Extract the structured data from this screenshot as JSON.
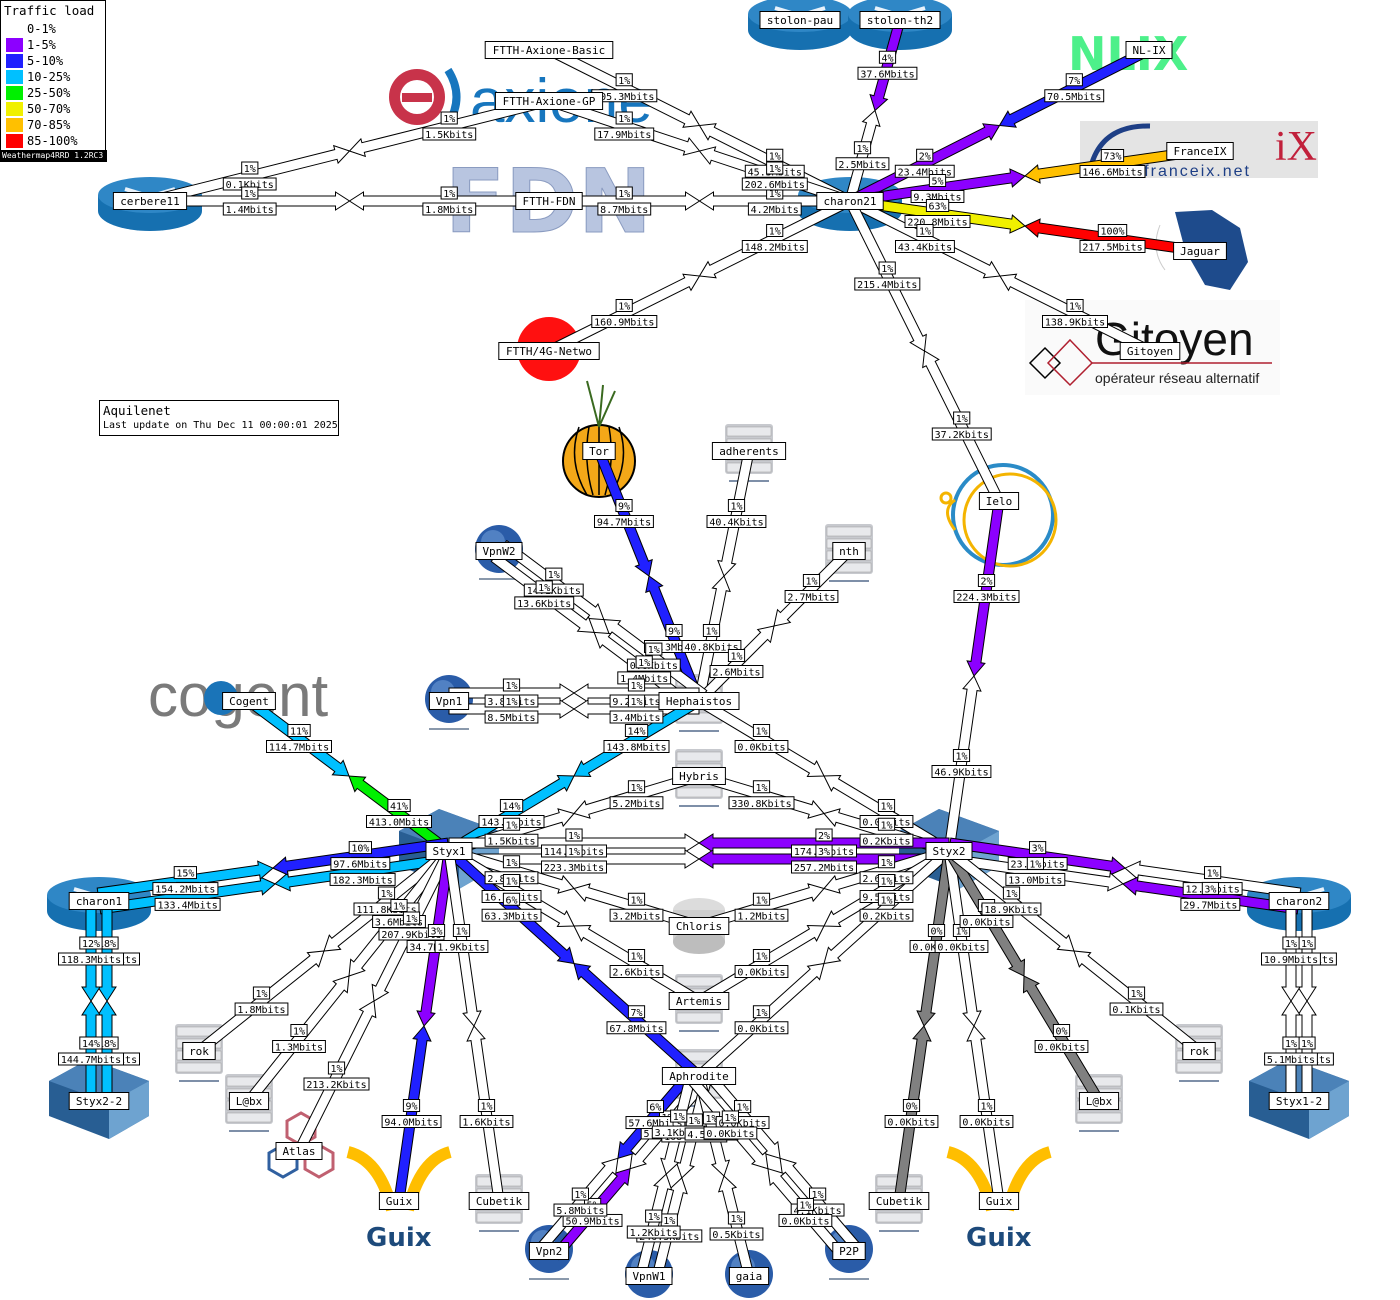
{
  "title": "Aquilenet",
  "last_update": "Last update on Thu Dec 11 00:00:01 2025",
  "legend": {
    "title": "Traffic load",
    "footer": "Weathermap4RRD 1.2RC3",
    "items": [
      {
        "label": "0-1%",
        "color": "#ffffff"
      },
      {
        "label": "1-5%",
        "color": "#8c00ff"
      },
      {
        "label": "5-10%",
        "color": "#2020ff"
      },
      {
        "label": "10-25%",
        "color": "#00c0ff"
      },
      {
        "label": "25-50%",
        "color": "#00f000"
      },
      {
        "label": "50-70%",
        "color": "#f0f000"
      },
      {
        "label": "70-85%",
        "color": "#ffc000"
      },
      {
        "label": "85-100%",
        "color": "#ff0000"
      }
    ]
  },
  "logos": [
    {
      "name": "axione-logo",
      "text": "axione"
    },
    {
      "name": "fdn-logo",
      "text": "FDN"
    },
    {
      "name": "nlix-logo",
      "text": "NLIX"
    },
    {
      "name": "franceix-logo",
      "text": "www.franceix.net"
    },
    {
      "name": "gitoyen-logo",
      "text": "Gitoyen",
      "subtitle": "opérateur réseau alternatif"
    },
    {
      "name": "cogent-logo",
      "text": "cogent"
    },
    {
      "name": "guix-logo-left",
      "text": "Guix"
    },
    {
      "name": "guix-logo-right",
      "text": "Guix"
    }
  ],
  "nodes": [
    {
      "id": "stolon-pau",
      "label": "stolon-pau",
      "icon": "router"
    },
    {
      "id": "stolon-th2",
      "label": "stolon-th2",
      "icon": "router"
    },
    {
      "id": "nl-ix",
      "label": "NL-IX",
      "icon": "logo"
    },
    {
      "id": "franceix",
      "label": "FranceIX",
      "icon": "logo"
    },
    {
      "id": "jaguar",
      "label": "Jaguar",
      "icon": "jaguar"
    },
    {
      "id": "gitoyen",
      "label": "Gitoyen",
      "icon": "logo"
    },
    {
      "id": "charon21",
      "label": "charon21",
      "icon": "router"
    },
    {
      "id": "cerbere11",
      "label": "cerbere11",
      "icon": "router"
    },
    {
      "id": "ftth-axione-basic",
      "label": "FTTH-Axione-Basic",
      "icon": "none"
    },
    {
      "id": "ftth-axione-gp",
      "label": "FTTH-Axione-GP",
      "icon": "none"
    },
    {
      "id": "ftth-fdn",
      "label": "FTTH-FDN",
      "icon": "none"
    },
    {
      "id": "ftth-4g",
      "label": "FTTH/4G-Netwo",
      "icon": "redcircle"
    },
    {
      "id": "tor",
      "label": "Tor",
      "icon": "onion"
    },
    {
      "id": "adherents",
      "label": "adherents",
      "icon": "server"
    },
    {
      "id": "nth",
      "label": "nth",
      "icon": "server"
    },
    {
      "id": "ielo",
      "label": "Ielo",
      "icon": "ielo"
    },
    {
      "id": "vpnw2",
      "label": "VpnW2",
      "icon": "globe"
    },
    {
      "id": "vpn1",
      "label": "Vpn1",
      "icon": "globe"
    },
    {
      "id": "hephaistos",
      "label": "Hephaistos",
      "icon": "server"
    },
    {
      "id": "cogent",
      "label": "Cogent",
      "icon": "logo"
    },
    {
      "id": "hybris",
      "label": "Hybris",
      "icon": "server"
    },
    {
      "id": "styx1",
      "label": "Styx1",
      "icon": "switch"
    },
    {
      "id": "styx2",
      "label": "Styx2",
      "icon": "switch"
    },
    {
      "id": "charon1",
      "label": "charon1",
      "icon": "router"
    },
    {
      "id": "charon2",
      "label": "charon2",
      "icon": "router"
    },
    {
      "id": "chloris",
      "label": "Chloris",
      "icon": "storage"
    },
    {
      "id": "artemis",
      "label": "Artemis",
      "icon": "server"
    },
    {
      "id": "aphrodite",
      "label": "Aphrodite",
      "icon": "server"
    },
    {
      "id": "styx2-2",
      "label": "Styx2-2",
      "icon": "switch"
    },
    {
      "id": "styx1-2",
      "label": "Styx1-2",
      "icon": "switch"
    },
    {
      "id": "rok-left",
      "label": "rok",
      "icon": "server"
    },
    {
      "id": "lbx-left",
      "label": "L@bx",
      "icon": "server"
    },
    {
      "id": "atlas",
      "label": "Atlas",
      "icon": "atlas"
    },
    {
      "id": "guix-left",
      "label": "Guix",
      "icon": "guix"
    },
    {
      "id": "cubetik-left",
      "label": "Cubetik",
      "icon": "server"
    },
    {
      "id": "vpn2",
      "label": "Vpn2",
      "icon": "globe"
    },
    {
      "id": "vpnw1",
      "label": "VpnW1",
      "icon": "globe"
    },
    {
      "id": "gaia",
      "label": "gaia",
      "icon": "globe"
    },
    {
      "id": "p2p",
      "label": "P2P",
      "icon": "globe"
    },
    {
      "id": "cubetik-right",
      "label": "Cubetik",
      "icon": "server"
    },
    {
      "id": "guix-right",
      "label": "Guix",
      "icon": "guix"
    },
    {
      "id": "lbx-right",
      "label": "L@bx",
      "icon": "server"
    },
    {
      "id": "rok-right",
      "label": "rok",
      "icon": "server"
    }
  ],
  "links": [
    {
      "a": "charon21",
      "b": "stolon-th2",
      "a_pct": "1%",
      "a_bw": "2.5Mbits",
      "b_pct": "4%",
      "b_bw": "37.6Mbits",
      "a_load": 1,
      "b_load": 4
    },
    {
      "a": "charon21",
      "b": "nl-ix",
      "a_pct": "2%",
      "a_bw": "23.4Mbits",
      "b_pct": "7%",
      "b_bw": "70.5Mbits",
      "a_load": 2,
      "b_load": 7
    },
    {
      "a": "charon21",
      "b": "franceix",
      "a_pct": "5%",
      "a_bw": "9.3Mbits",
      "b_pct": "73%",
      "b_bw": "146.6Mbits",
      "a_load": 5,
      "b_load": 73
    },
    {
      "a": "charon21",
      "b": "jaguar",
      "a_pct": "63%",
      "a_bw": "220.8Mbits",
      "b_pct": "100%",
      "b_bw": "217.5Mbits",
      "a_load": 63,
      "b_load": 100
    },
    {
      "a": "charon21",
      "b": "gitoyen",
      "a_pct": "1%",
      "a_bw": "43.4Kbits",
      "b_pct": "1%",
      "b_bw": "138.9Kbits",
      "a_load": 1,
      "b_load": 1
    },
    {
      "a": "charon21",
      "b": "ielo",
      "a_pct": "1%",
      "a_bw": "215.4Mbits",
      "b_pct": "1%",
      "b_bw": "37.2Kbits",
      "a_load": 1,
      "b_load": 1
    },
    {
      "a": "charon21",
      "b": "ftth-4g",
      "a_pct": "1%",
      "a_bw": "148.2Mbits",
      "b_pct": "1%",
      "b_bw": "160.9Mbits",
      "a_load": 1,
      "b_load": 1
    },
    {
      "a": "charon21",
      "b": "ftth-fdn",
      "a_pct": "1%",
      "a_bw": "4.2Mbits",
      "b_pct": "1%",
      "b_bw": "8.7Mbits",
      "a_load": 1,
      "b_load": 1
    },
    {
      "a": "charon21",
      "b": "ftth-axione-basic",
      "a_pct": "1%",
      "a_bw": "45.5Mbits",
      "b_pct": "1%",
      "b_bw": "105.3Mbits",
      "a_load": 1,
      "b_load": 1
    },
    {
      "a": "charon21",
      "b": "ftth-axione-gp",
      "a_pct": "1%",
      "a_bw": "202.6Mbits",
      "b_pct": "1%",
      "b_bw": "17.9Mbits",
      "a_load": 1,
      "b_load": 1
    },
    {
      "a": "cerbere11",
      "b": "ftth-axione-gp",
      "a_pct": "1%",
      "a_bw": "0.1Kbits",
      "b_pct": "1%",
      "b_bw": "1.5Kbits",
      "a_load": 1,
      "b_load": 1
    },
    {
      "a": "cerbere11",
      "b": "ftth-fdn",
      "a_pct": "1%",
      "a_bw": "1.4Mbits",
      "b_pct": "1%",
      "b_bw": "1.8Mbits",
      "a_load": 1,
      "b_load": 1
    },
    {
      "a": "ielo",
      "b": "styx2",
      "a_pct": "2%",
      "a_bw": "224.3Mbits",
      "b_pct": "1%",
      "b_bw": "46.9Kbits",
      "a_load": 2,
      "b_load": 1
    },
    {
      "a": "tor",
      "b": "hephaistos",
      "a_pct": "9%",
      "a_bw": "94.7Mbits",
      "b_pct": "9%",
      "b_bw": "94.3Mbits",
      "a_load": 9,
      "b_load": 9
    },
    {
      "a": "adherents",
      "b": "hephaistos",
      "a_pct": "1%",
      "a_bw": "40.4Kbits",
      "b_pct": "1%",
      "b_bw": "40.8Kbits",
      "a_load": 1,
      "b_load": 1
    },
    {
      "a": "nth",
      "b": "hephaistos",
      "a_pct": "1%",
      "a_bw": "2.7Mbits",
      "b_pct": "1%",
      "b_bw": "2.6Mbits",
      "a_load": 1,
      "b_load": 1
    },
    {
      "a": "vpnw2",
      "b": "hephaistos",
      "a_pct": "1%",
      "a_bw": "14.1Kbits",
      "b_pct": "1%",
      "b_bw": "0.6Kbits",
      "a_load": 1,
      "b_load": 1
    },
    {
      "a": "vpnw2",
      "b": "hephaistos",
      "a_pct": "1%",
      "a_bw": "13.6Kbits",
      "b_pct": "1%",
      "b_bw": "1.4Mbits",
      "a_load": 1,
      "b_load": 1
    },
    {
      "a": "vpn1",
      "b": "hephaistos",
      "a_pct": "1%",
      "a_bw": "3.8Mbits",
      "b_pct": "1%",
      "b_bw": "9.2Mbits",
      "a_load": 1,
      "b_load": 1
    },
    {
      "a": "vpn1",
      "b": "hephaistos",
      "a_pct": "1%",
      "a_bw": "8.5Mbits",
      "b_pct": "1%",
      "b_bw": "3.4Mbits",
      "a_load": 1,
      "b_load": 1
    },
    {
      "a": "hephaistos",
      "b": "styx1",
      "a_pct": "14%",
      "a_bw": "143.8Mbits",
      "b_pct": "14%",
      "b_bw": "143.4Mbits",
      "a_load": 14,
      "b_load": 14
    },
    {
      "a": "hephaistos",
      "b": "styx2",
      "a_pct": "1%",
      "a_bw": "0.0Kbits",
      "b_pct": "1%",
      "b_bw": "0.0Kbits",
      "a_load": 1,
      "b_load": 1
    },
    {
      "a": "cogent",
      "b": "styx1",
      "a_pct": "11%",
      "a_bw": "114.7Mbits",
      "b_pct": "41%",
      "b_bw": "413.0Mbits",
      "a_load": 11,
      "b_load": 41
    },
    {
      "a": "hybris",
      "b": "styx1",
      "a_pct": "1%",
      "a_bw": "5.2Mbits",
      "b_pct": "1%",
      "b_bw": "1.5Kbits",
      "a_load": 1,
      "b_load": 1
    },
    {
      "a": "hybris",
      "b": "styx2",
      "a_pct": "1%",
      "a_bw": "330.8Kbits",
      "b_pct": "1%",
      "b_bw": "0.2Kbits",
      "a_load": 1,
      "b_load": 1
    },
    {
      "a": "styx1",
      "b": "styx2",
      "a_pct": "1%",
      "a_bw": "114.9Mbits",
      "b_pct": "2%",
      "b_bw": "174.2Mbits",
      "a_load": 1,
      "b_load": 2
    },
    {
      "a": "styx1",
      "b": "styx2",
      "a_pct": "1%",
      "a_bw": "223.3Mbits",
      "b_pct": "3%",
      "b_bw": "257.2Mbits",
      "a_load": 1,
      "b_load": 3
    },
    {
      "a": "styx1",
      "b": "chloris",
      "a_pct": "1%",
      "a_bw": "2.8Kbits",
      "b_pct": "1%",
      "b_bw": "3.2Mbits",
      "a_load": 1,
      "b_load": 1
    },
    {
      "a": "chloris",
      "b": "styx2",
      "a_pct": "1%",
      "a_bw": "1.2Mbits",
      "b_pct": "1%",
      "b_bw": "2.6Kbits",
      "a_load": 1,
      "b_load": 1
    },
    {
      "a": "styx1",
      "b": "artemis",
      "a_pct": "1%",
      "a_bw": "16.1Kbits",
      "b_pct": "1%",
      "b_bw": "2.6Kbits",
      "a_load": 1,
      "b_load": 1
    },
    {
      "a": "artemis",
      "b": "styx2",
      "a_pct": "1%",
      "a_bw": "0.0Kbits",
      "b_pct": "1%",
      "b_bw": "9.5Kbits",
      "a_load": 1,
      "b_load": 1
    },
    {
      "a": "styx1",
      "b": "aphrodite",
      "a_pct": "6%",
      "a_bw": "63.3Mbits",
      "b_pct": "7%",
      "b_bw": "67.8Mbits",
      "a_load": 6,
      "b_load": 7
    },
    {
      "a": "aphrodite",
      "b": "styx2",
      "a_pct": "1%",
      "a_bw": "0.0Kbits",
      "b_pct": "1%",
      "b_bw": "0.2Kbits",
      "a_load": 1,
      "b_load": 1
    },
    {
      "a": "styx1",
      "b": "charon1",
      "a_pct": "18%",
      "a_bw": "182.3Mbits",
      "b_pct": "13%",
      "b_bw": "133.4Mbits",
      "a_load": 18,
      "b_load": 13
    },
    {
      "a": "styx1",
      "b": "charon1",
      "a_pct": "10%",
      "a_bw": "97.6Mbits",
      "b_pct": "15%",
      "b_bw": "154.2Mbits",
      "a_load": 10,
      "b_load": 15
    },
    {
      "a": "styx2",
      "b": "charon2",
      "a_pct": "3%",
      "a_bw": "23.1Mbits",
      "b_pct": "1%",
      "b_bw": "12.3Mbits",
      "a_load": 3,
      "b_load": 1
    },
    {
      "a": "styx2",
      "b": "charon2",
      "a_pct": "1%",
      "a_bw": "13.0Mbits",
      "b_pct": "3%",
      "b_bw": "29.7Mbits",
      "a_load": 1,
      "b_load": 3
    },
    {
      "a": "charon1",
      "b": "styx2-2",
      "a_pct": "18%",
      "a_bw": "178.1Mbits",
      "b_pct": "18%",
      "b_bw": "177.7Mbits",
      "a_load": 18,
      "b_load": 18
    },
    {
      "a": "charon1",
      "b": "styx2-2",
      "a_pct": "12%",
      "a_bw": "118.3Mbits",
      "b_pct": "14%",
      "b_bw": "144.7Mbits",
      "a_load": 12,
      "b_load": 14
    },
    {
      "a": "charon2",
      "b": "styx1-2",
      "a_pct": "1%",
      "a_bw": "11.6Mbits",
      "b_pct": "1%",
      "b_bw": "4.7Mbits",
      "a_load": 1,
      "b_load": 1
    },
    {
      "a": "charon2",
      "b": "styx1-2",
      "a_pct": "1%",
      "a_bw": "10.9Mbits",
      "b_pct": "1%",
      "b_bw": "5.1Mbits",
      "a_load": 1,
      "b_load": 1
    },
    {
      "a": "styx1",
      "b": "rok-left",
      "a_pct": "1%",
      "a_bw": "111.8Kbits",
      "b_pct": "1%",
      "b_bw": "1.8Mbits",
      "a_load": 1,
      "b_load": 1
    },
    {
      "a": "styx1",
      "b": "lbx-left",
      "a_pct": "1%",
      "a_bw": "3.6Mbits",
      "b_pct": "1%",
      "b_bw": "1.3Mbits",
      "a_load": 1,
      "b_load": 1
    },
    {
      "a": "styx1",
      "b": "atlas",
      "a_pct": "1%",
      "a_bw": "207.9Kbits",
      "b_pct": "1%",
      "b_bw": "213.2Kbits",
      "a_load": 1,
      "b_load": 1
    },
    {
      "a": "styx1",
      "b": "guix-left",
      "a_pct": "3%",
      "a_bw": "34.7Mbits",
      "b_pct": "9%",
      "b_bw": "94.0Mbits",
      "a_load": 3,
      "b_load": 9
    },
    {
      "a": "styx1",
      "b": "cubetik-left",
      "a_pct": "1%",
      "a_bw": "1.9Kbits",
      "b_pct": "1%",
      "b_bw": "1.6Kbits",
      "a_load": 1,
      "b_load": 1
    },
    {
      "a": "styx2",
      "b": "cubetik-right",
      "a_pct": "0%",
      "a_bw": "0.0Kbits",
      "b_pct": "0%",
      "b_bw": "0.0Kbits",
      "a_load": 0,
      "b_load": 0
    },
    {
      "a": "styx2",
      "b": "guix-right",
      "a_pct": "1%",
      "a_bw": "0.0Kbits",
      "b_pct": "1%",
      "b_bw": "0.0Kbits",
      "a_load": 1,
      "b_load": 1
    },
    {
      "a": "styx2",
      "b": "lbx-right",
      "a_pct": "0%",
      "a_bw": "0.0Kbits",
      "b_pct": "0%",
      "b_bw": "0.0Kbits",
      "a_load": 0,
      "b_load": 0
    },
    {
      "a": "styx2",
      "b": "rok-right",
      "a_pct": "1%",
      "a_bw": "18.9Kbits",
      "b_pct": "1%",
      "b_bw": "0.1Kbits",
      "a_load": 1,
      "b_load": 1
    },
    {
      "a": "aphrodite",
      "b": "vpn2",
      "a_pct": "1%",
      "a_bw": "5.5Mbits",
      "b_pct": "5%",
      "b_bw": "50.9Mbits",
      "a_load": 1,
      "b_load": 5
    },
    {
      "a": "aphrodite",
      "b": "vpn2",
      "a_pct": "6%",
      "a_bw": "57.6Mbits",
      "b_pct": "1%",
      "b_bw": "5.8Mbits",
      "a_load": 6,
      "b_load": 1
    },
    {
      "a": "aphrodite",
      "b": "vpnw1",
      "a_pct": "1%",
      "a_bw": "108.5Kbits",
      "b_pct": "1%",
      "b_bw": "246.3Kbits",
      "a_load": 1,
      "b_load": 1
    },
    {
      "a": "aphrodite",
      "b": "vpnw1",
      "a_pct": "1%",
      "a_bw": "3.1Kbits",
      "b_pct": "1%",
      "b_bw": "1.2Kbits",
      "a_load": 1,
      "b_load": 1
    },
    {
      "a": "aphrodite",
      "b": "gaia",
      "a_pct": "1%",
      "a_bw": "4.5Kbits",
      "b_pct": "1%",
      "b_bw": "0.5Kbits",
      "a_load": 1,
      "b_load": 1
    },
    {
      "a": "aphrodite",
      "b": "p2p",
      "a_pct": "1%",
      "a_bw": "0.0Kbits",
      "b_pct": "1%",
      "b_bw": "4.1Kbits",
      "a_load": 1,
      "b_load": 1
    },
    {
      "a": "aphrodite",
      "b": "p2p",
      "a_pct": "1%",
      "a_bw": "0.0Kbits",
      "b_pct": "1%",
      "b_bw": "0.0Kbits",
      "a_load": 1,
      "b_load": 1
    }
  ]
}
